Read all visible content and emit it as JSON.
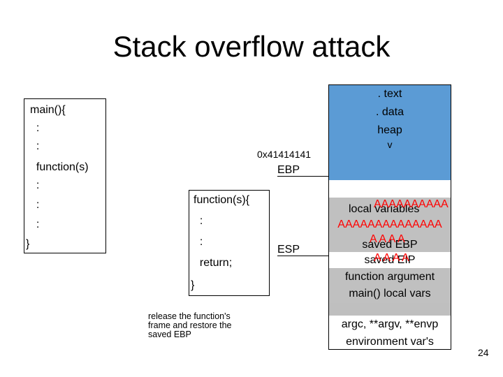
{
  "title": "Stack overflow attack",
  "main_code": [
    "main(){",
    "  :",
    "  :",
    "  function(s)",
    "  :",
    "  :",
    "  :",
    "}"
  ],
  "function_code": [
    "function(s){",
    "  :",
    "  :",
    "  return;",
    "}"
  ],
  "note": "release the function's frame and restore the saved EBP",
  "address_label": "0x41414141",
  "registers": {
    "ebp": "EBP",
    "esp": "ESP"
  },
  "stack": {
    "text": ". text",
    "data": ". data",
    "heap": "heap",
    "arrow": "v",
    "local_variables": "local variables",
    "overflow_local": "AAAAAAAAAA",
    "overflow_row": "AAAAAAAAAAAAAA",
    "saved_ebp": "saved EBP",
    "overflow_saved_ebp": "A A A A",
    "saved_eip": "saved EIP",
    "overflow_saved_eip": "A A A A",
    "function_argument": "function argument",
    "main_locals": "main() local vars",
    "argc": "argc, **argv, **envp",
    "environment": "environment var's"
  },
  "page_number": "24",
  "colors": {
    "segments": "#5b9bd5",
    "stack_gray": "#c0c0c0",
    "overflow": "#ff0000"
  }
}
